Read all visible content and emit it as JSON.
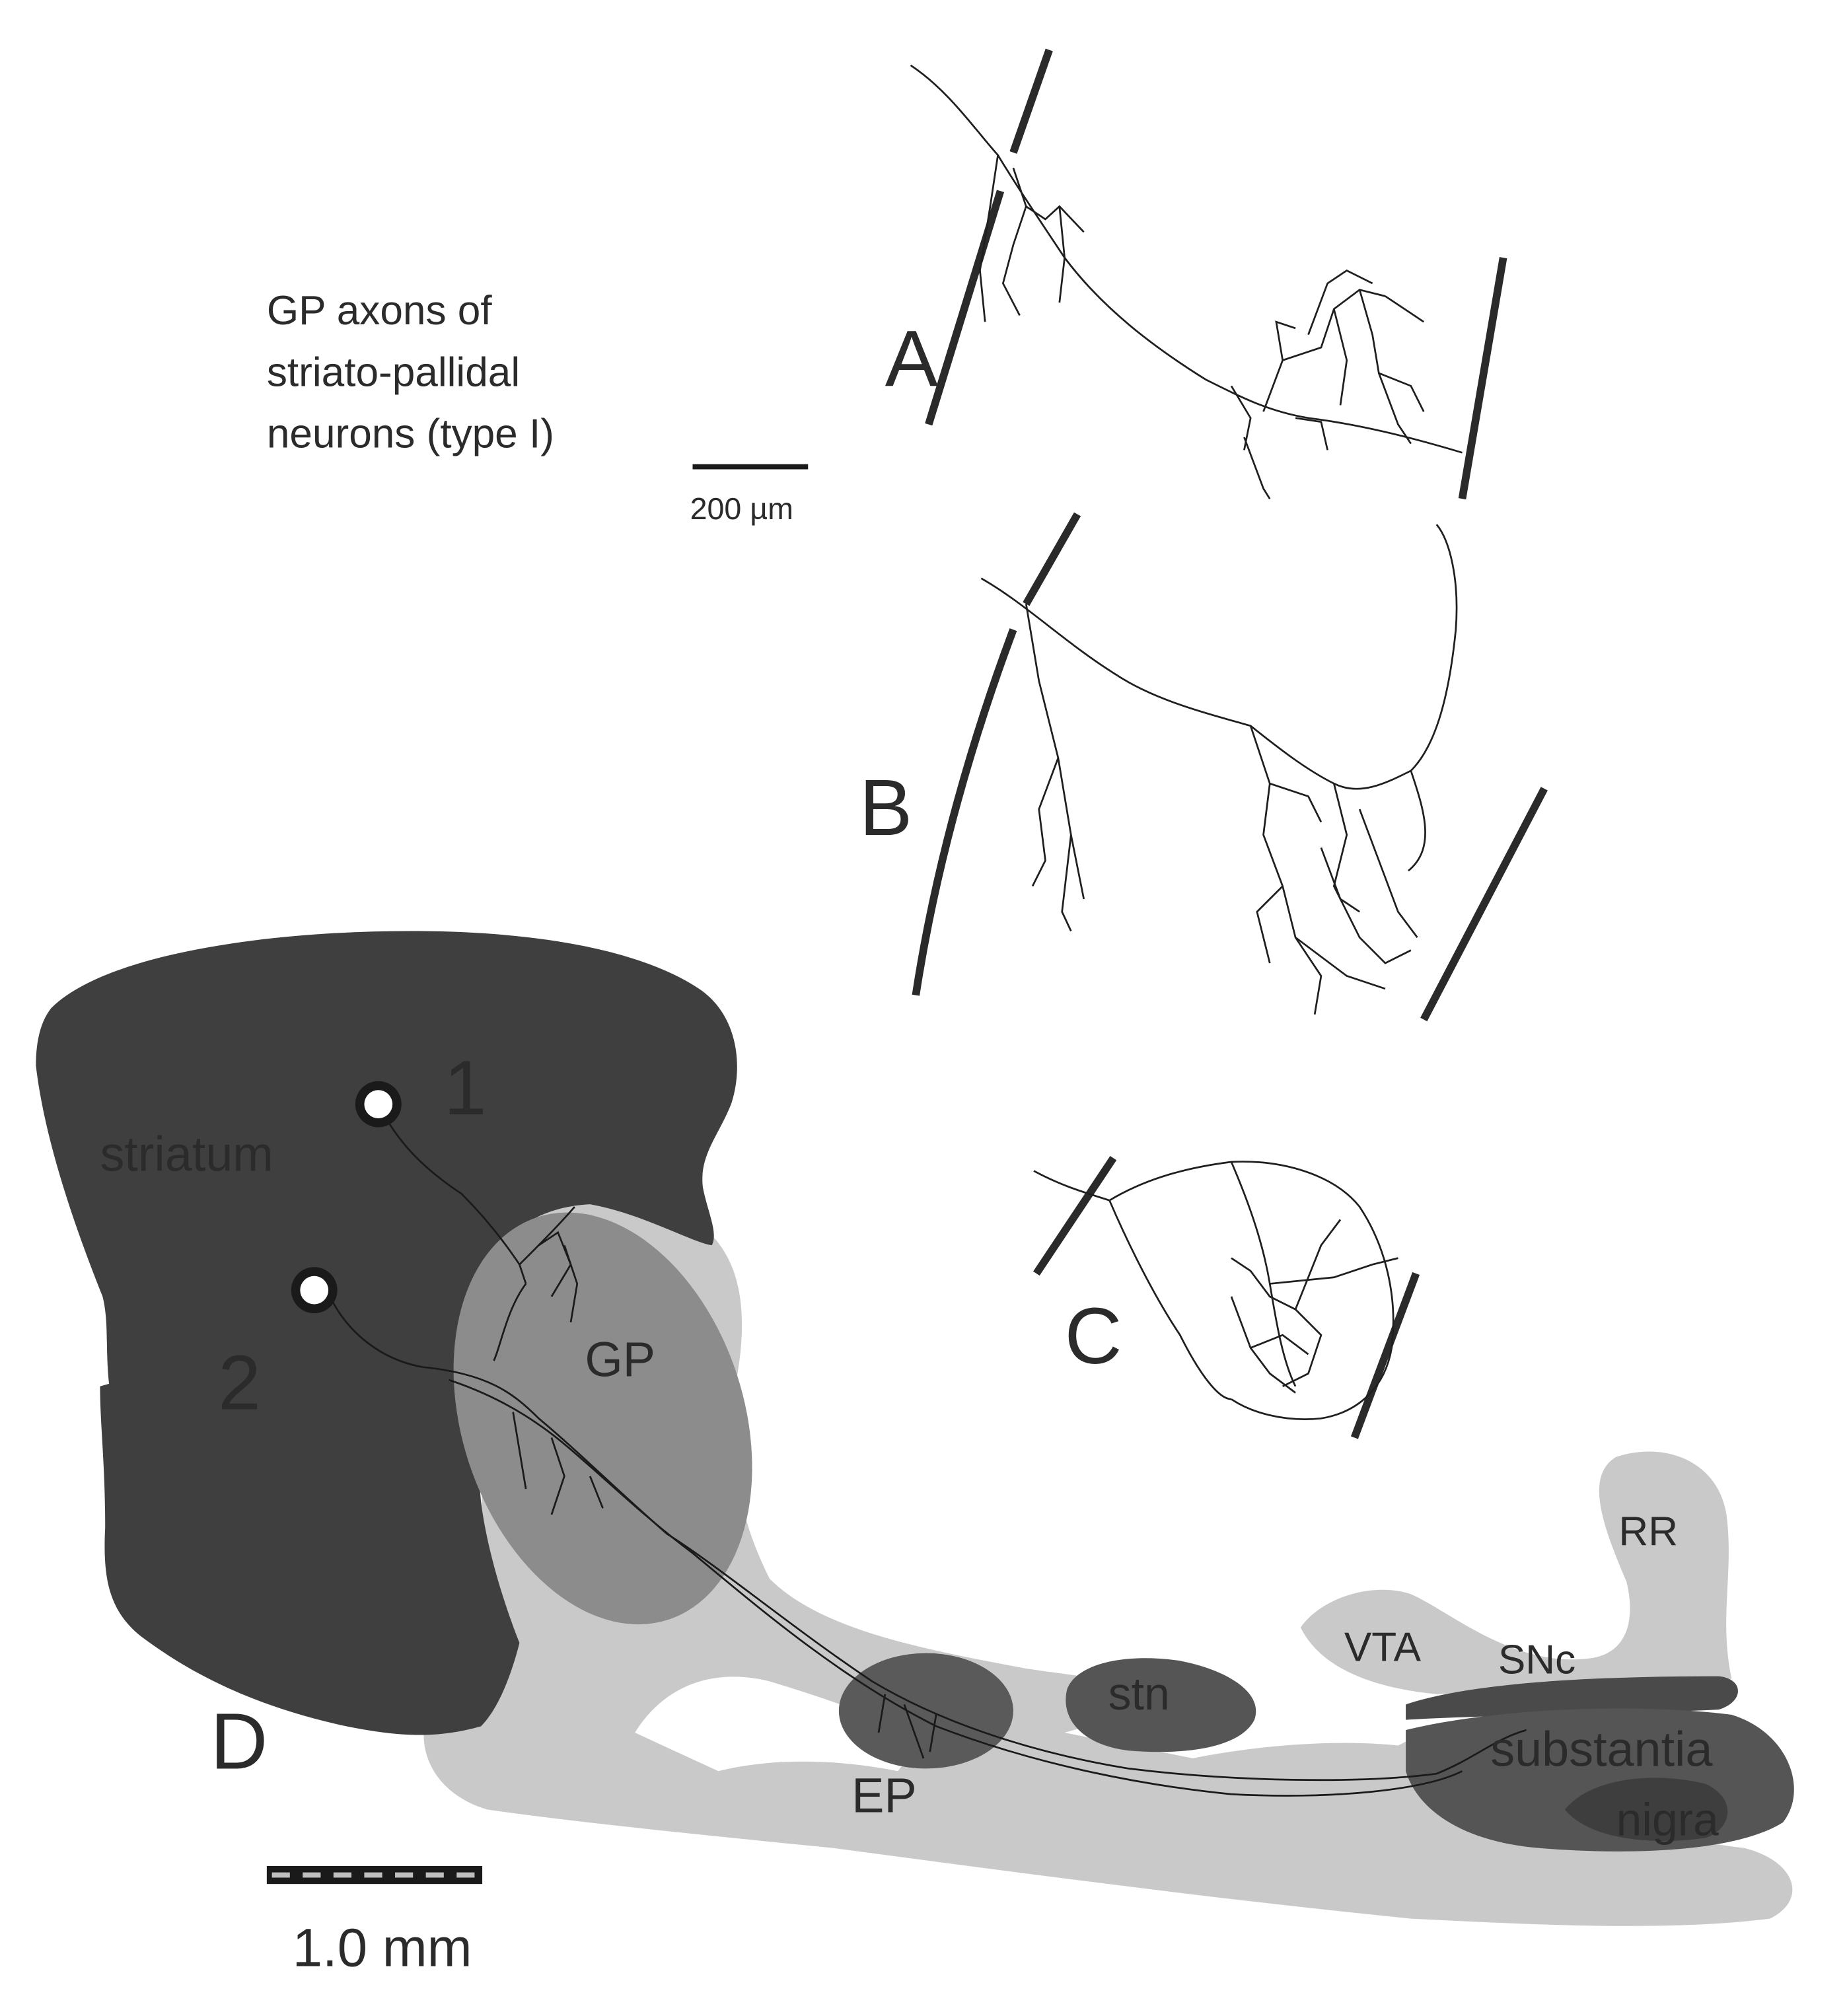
{
  "title_lines": [
    "GP axons of",
    "striato-pallidal",
    "neurons (type I)"
  ],
  "scale_small": "200 µm",
  "scale_large": "1.0 mm",
  "panels": {
    "a": "A",
    "b": "B",
    "c": "C",
    "d": "D"
  },
  "neurons": {
    "n1": "1",
    "n2": "2"
  },
  "regions": {
    "striatum": "striatum",
    "gp": "GP",
    "ep": "EP",
    "stn": "stn",
    "vta": "VTA",
    "snc": "SNc",
    "rr": "RR",
    "substantia": "substantia",
    "nigra": "nigra"
  },
  "colors": {
    "dark_gray": "#3f3f3f",
    "mid_gray": "#8c8c8c",
    "light_gray": "#c9c9c9",
    "line": "#1a1a1a"
  }
}
